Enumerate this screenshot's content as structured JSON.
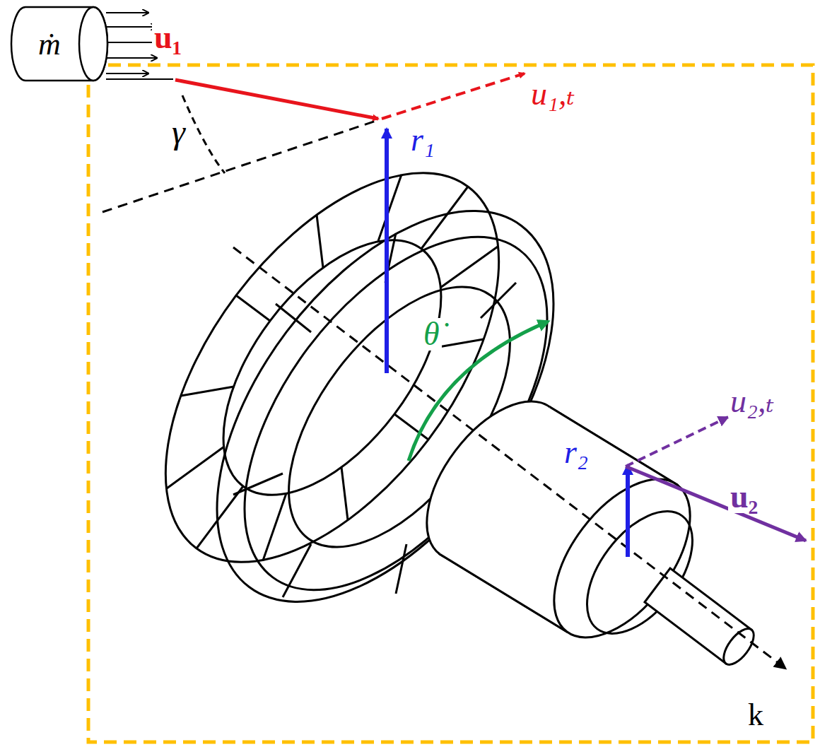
{
  "diagram": {
    "nodes": [
      {
        "text": [
          "ṁ"
        ]
      }
    ],
    "labels": [
      "u₁",
      "u₁,ₜ",
      "γ",
      "r₁",
      "θ̇",
      "r₂",
      "u₂,ₜ",
      "u₂",
      "k"
    ]
  }
}
